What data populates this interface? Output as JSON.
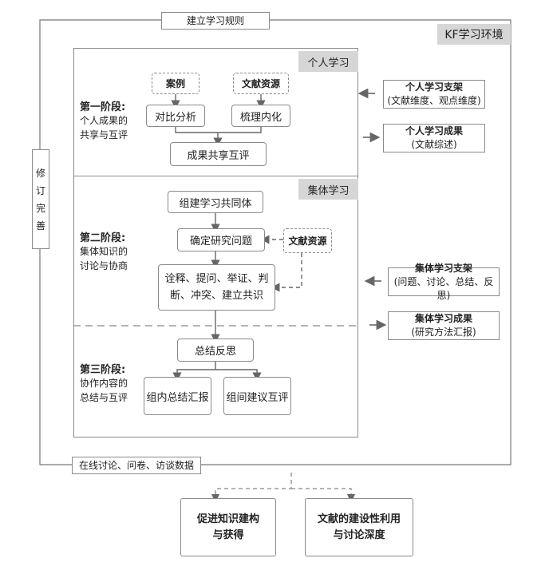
{
  "title_top": "建立学习规则",
  "env_label": "KF学习环境",
  "bottom_label": "在线讨论、问卷、访谈数据",
  "side_label": [
    "修",
    "订",
    "完",
    "善"
  ],
  "section_personal": "个人学习",
  "section_group": "集体学习",
  "stage1": {
    "title": "第一阶段:",
    "sub": [
      "个人成果的",
      "共享与互评"
    ]
  },
  "stage2": {
    "title": "第二阶段:",
    "sub": [
      "集体知识的",
      "讨论与协商"
    ]
  },
  "stage3": {
    "title": "第三阶段:",
    "sub": [
      "协作内容的",
      "总结与互评"
    ]
  },
  "nodes": {
    "case": "案例",
    "lit_resource_1": "文献资源",
    "compare": "对比分析",
    "internalize": "梳理内化",
    "share": "成果共享互评",
    "form_group": "组建学习共同体",
    "define_problem": "确定研究问题",
    "lit_resource_2": "文献资源",
    "discuss_line1": "诠释、提问、举证、判",
    "discuss_line2": "断、冲突、建立共识",
    "summary": "总结反思",
    "group_report": "组内总结汇报",
    "cross_review": "组间建议互评"
  },
  "right_boxes": {
    "personal_scaffold": {
      "line1": "个人学习支架",
      "line2": "(文献维度、观点维度)"
    },
    "personal_result": {
      "line1": "个人学习成果",
      "line2": "(文献综述)"
    },
    "group_scaffold": {
      "line1": "集体学习支架",
      "line2": "(问题、讨论、总结、反思)"
    },
    "group_result": {
      "line1": "集体学习成果",
      "line2": "(研究方法汇报)"
    }
  },
  "outcomes": {
    "left": {
      "line1": "促进知识建构",
      "line2": "与获得"
    },
    "right": {
      "line1": "文献的建设性利用",
      "line2": "与讨论深度"
    }
  }
}
